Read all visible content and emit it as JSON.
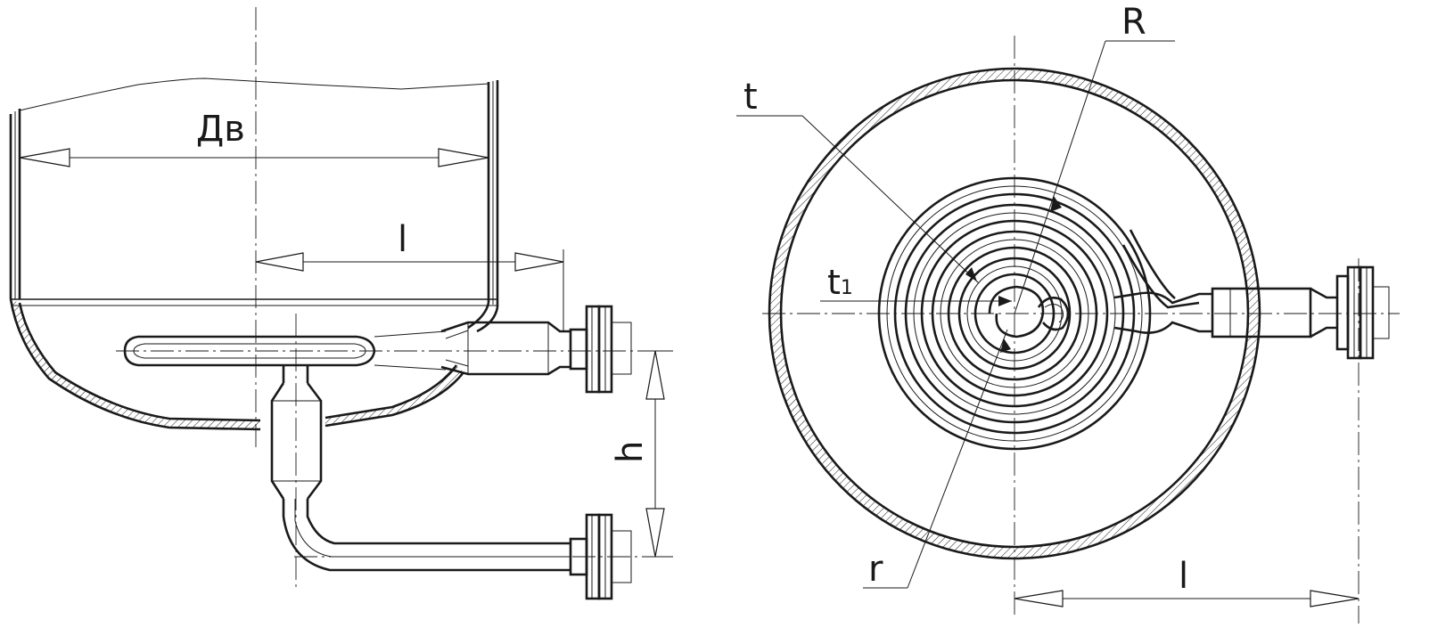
{
  "side_view": {
    "label_diameter": "Дв",
    "label_length": "l",
    "label_height": "h"
  },
  "top_view": {
    "label_big_radius": "R",
    "label_pitch": "t",
    "label_pitch_1": "t1",
    "label_pitch_1_main": "t",
    "label_pitch_1_sub": "1",
    "label_small_radius": "r",
    "label_length": "l"
  }
}
